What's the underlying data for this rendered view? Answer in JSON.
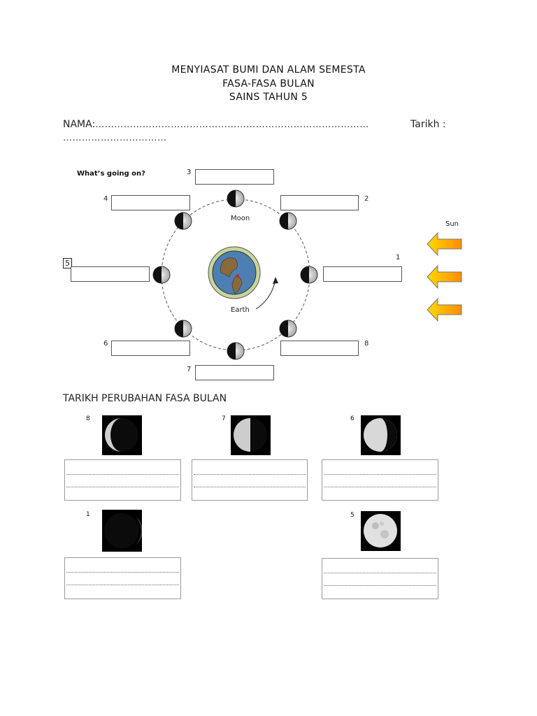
{
  "header": {
    "line1": "MENYIASAT BUMI DAN ALAM SEMESTA",
    "line2": "FASA-FASA BULAN",
    "line3": "SAINS TAHUN 5"
  },
  "form": {
    "nama_label": "NAMA:",
    "nama_dots": "……………………………………………………………………………",
    "tarikh_label": "Tarikh :",
    "tarikh_dots": "……………………………"
  },
  "diagram": {
    "heading": "What’s going on?",
    "moon_label": "Moon",
    "earth_label": "Earth",
    "sun_label": "Sun",
    "numbers": [
      "1",
      "2",
      "3",
      "4",
      "5",
      "6",
      "7",
      "8"
    ]
  },
  "section2": {
    "title": "TARIKH PERUBAHAN FASA BULAN",
    "cards": [
      {
        "number": "8"
      },
      {
        "number": "7"
      },
      {
        "number": "6"
      },
      {
        "number": "1"
      },
      {
        "number": "5"
      }
    ]
  }
}
